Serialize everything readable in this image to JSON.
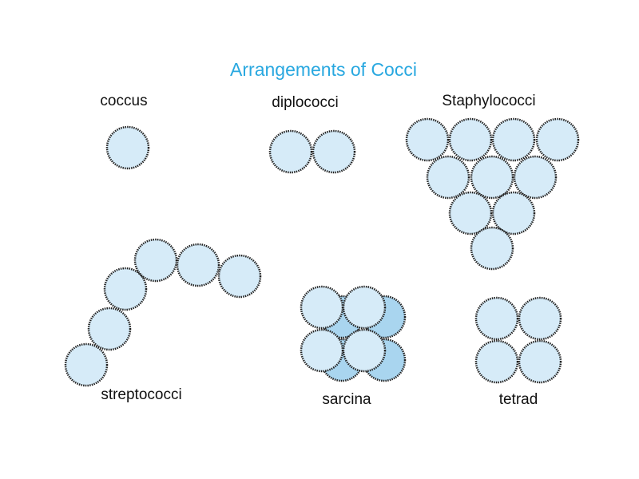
{
  "title": "Arrangements of Cocci",
  "labels": {
    "coccus": "coccus",
    "diplococci": "diplococci",
    "staphylococci": "Staphylococci",
    "streptococci": "streptococci",
    "sarcina": "sarcina",
    "tetrad": "tetrad"
  },
  "colors": {
    "cell_fill": "#d6ebf8",
    "cell_back_fill": "#a9d5ef",
    "cell_stroke": "#222222",
    "title": "#29a8e0"
  }
}
